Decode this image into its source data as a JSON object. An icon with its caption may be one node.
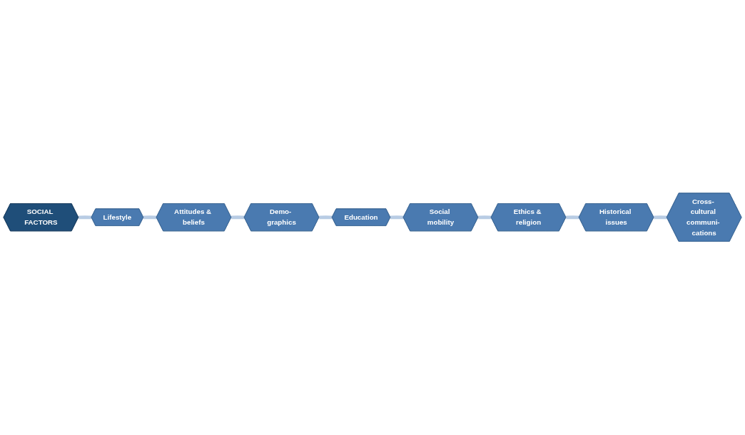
{
  "diagram": {
    "nodes": [
      {
        "text": [
          "SOCIAL FACTORS"
        ]
      },
      {
        "text": [
          "Social mobility"
        ]
      },
      {
        "text": [
          "Ethics & religion"
        ]
      },
      {
        "text": [
          "Lifestyle"
        ]
      },
      {
        "text": [
          "Education"
        ]
      },
      {
        "text": [
          "Historical issues"
        ]
      },
      {
        "text": [
          "Attitudes & beliefs"
        ]
      },
      {
        "text": [
          "Demo- graphics"
        ]
      },
      {
        "text": [
          "Cross- cultural communi- cations"
        ]
      }
    ],
    "edges": [
      {
        "from": 0,
        "to": 3,
        "arrow": "none"
      },
      {
        "from": 3,
        "to": 6,
        "arrow": "none"
      },
      {
        "from": 6,
        "to": 7,
        "arrow": "none"
      },
      {
        "from": 7,
        "to": 4,
        "arrow": "none"
      },
      {
        "from": 4,
        "to": 1,
        "arrow": "none"
      },
      {
        "from": 1,
        "to": 2,
        "arrow": "none"
      },
      {
        "from": 2,
        "to": 5,
        "arrow": "none"
      },
      {
        "from": 5,
        "to": 8,
        "arrow": "none"
      }
    ]
  }
}
